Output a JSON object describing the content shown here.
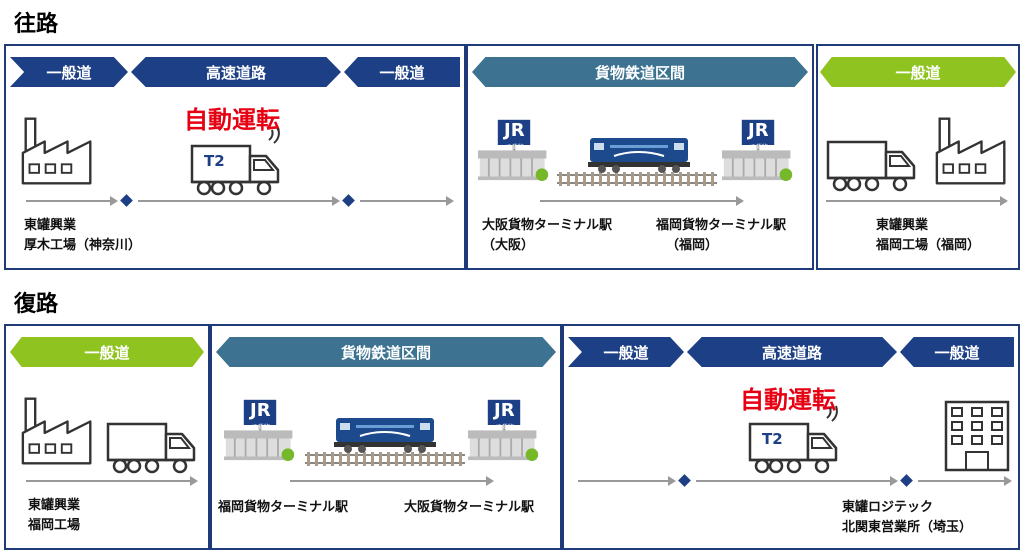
{
  "outbound": {
    "title": "往路",
    "chevrons": [
      "一般道",
      "高速道路",
      "一般道",
      "貨物鉄道区間",
      "一般道"
    ],
    "auto_label": "自動運転",
    "origin": {
      "line1": "東罐興業",
      "line2": "厚木工場（神奈川）"
    },
    "rail_from": {
      "line1": "大阪貨物ターミナル駅",
      "line2": "（大阪）"
    },
    "rail_to": {
      "line1": "福岡貨物ターミナル駅",
      "line2": "（福岡）"
    },
    "dest": {
      "line1": "東罐興業",
      "line2": "福岡工場（福岡）"
    }
  },
  "return": {
    "title": "復路",
    "chevrons": [
      "一般道",
      "貨物鉄道区間",
      "一般道",
      "高速道路",
      "一般道"
    ],
    "auto_label": "自動運転",
    "origin": {
      "line1": "東罐興業",
      "line2": "福岡工場"
    },
    "rail_from": {
      "line1": "福岡貨物ターミナル駅"
    },
    "rail_to": {
      "line1": "大阪貨物ターミナル駅"
    },
    "dest": {
      "line1": "東罐ロジテック",
      "line2": "北関東営業所（埼玉）"
    }
  },
  "icons": {
    "jr_logo": "JR",
    "jr_sub": "JR貨物",
    "truck_logo": "T2"
  },
  "colors": {
    "navy": "#1c3f85",
    "teal": "#3d7391",
    "lime": "#8fc31f",
    "red": "#e60012",
    "frame": "#1f3a78"
  }
}
